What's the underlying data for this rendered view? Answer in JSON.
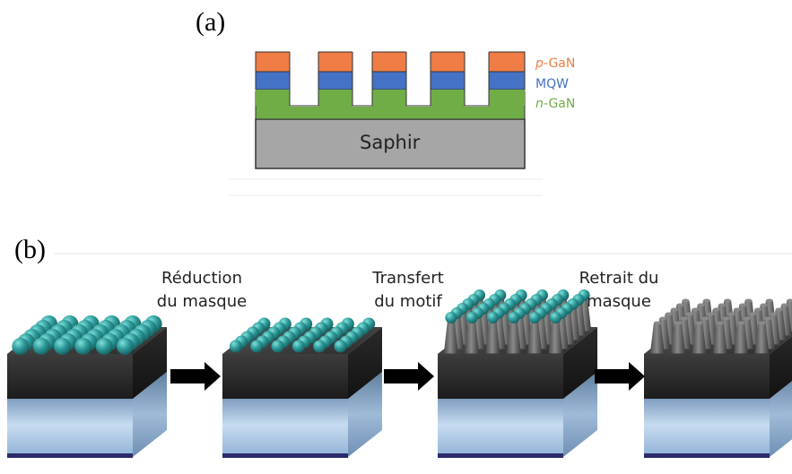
{
  "panel_a": {
    "label": "(a)",
    "substrate_label": "Saphir",
    "layers": [
      {
        "prefix": "p",
        "suffix": "-GaN",
        "color": "#ef7d45"
      },
      {
        "prefix": "",
        "suffix": "MQW",
        "color": "#4472c4"
      },
      {
        "prefix": "n",
        "suffix": "-GaN",
        "color": "#70ad47"
      }
    ],
    "substrate_color": "#a6a6a6"
  },
  "panel_b": {
    "label": "(b)",
    "steps": [
      {
        "line1": "Réduction",
        "line2": "du masque"
      },
      {
        "line1": "Transfert",
        "line2": "du motif"
      },
      {
        "line1": "Retrait du",
        "line2": "masque"
      }
    ],
    "sphere_color": "#2e9a9a",
    "block_color": "#3b3b3b",
    "lower_color": "#a9c6e4"
  }
}
